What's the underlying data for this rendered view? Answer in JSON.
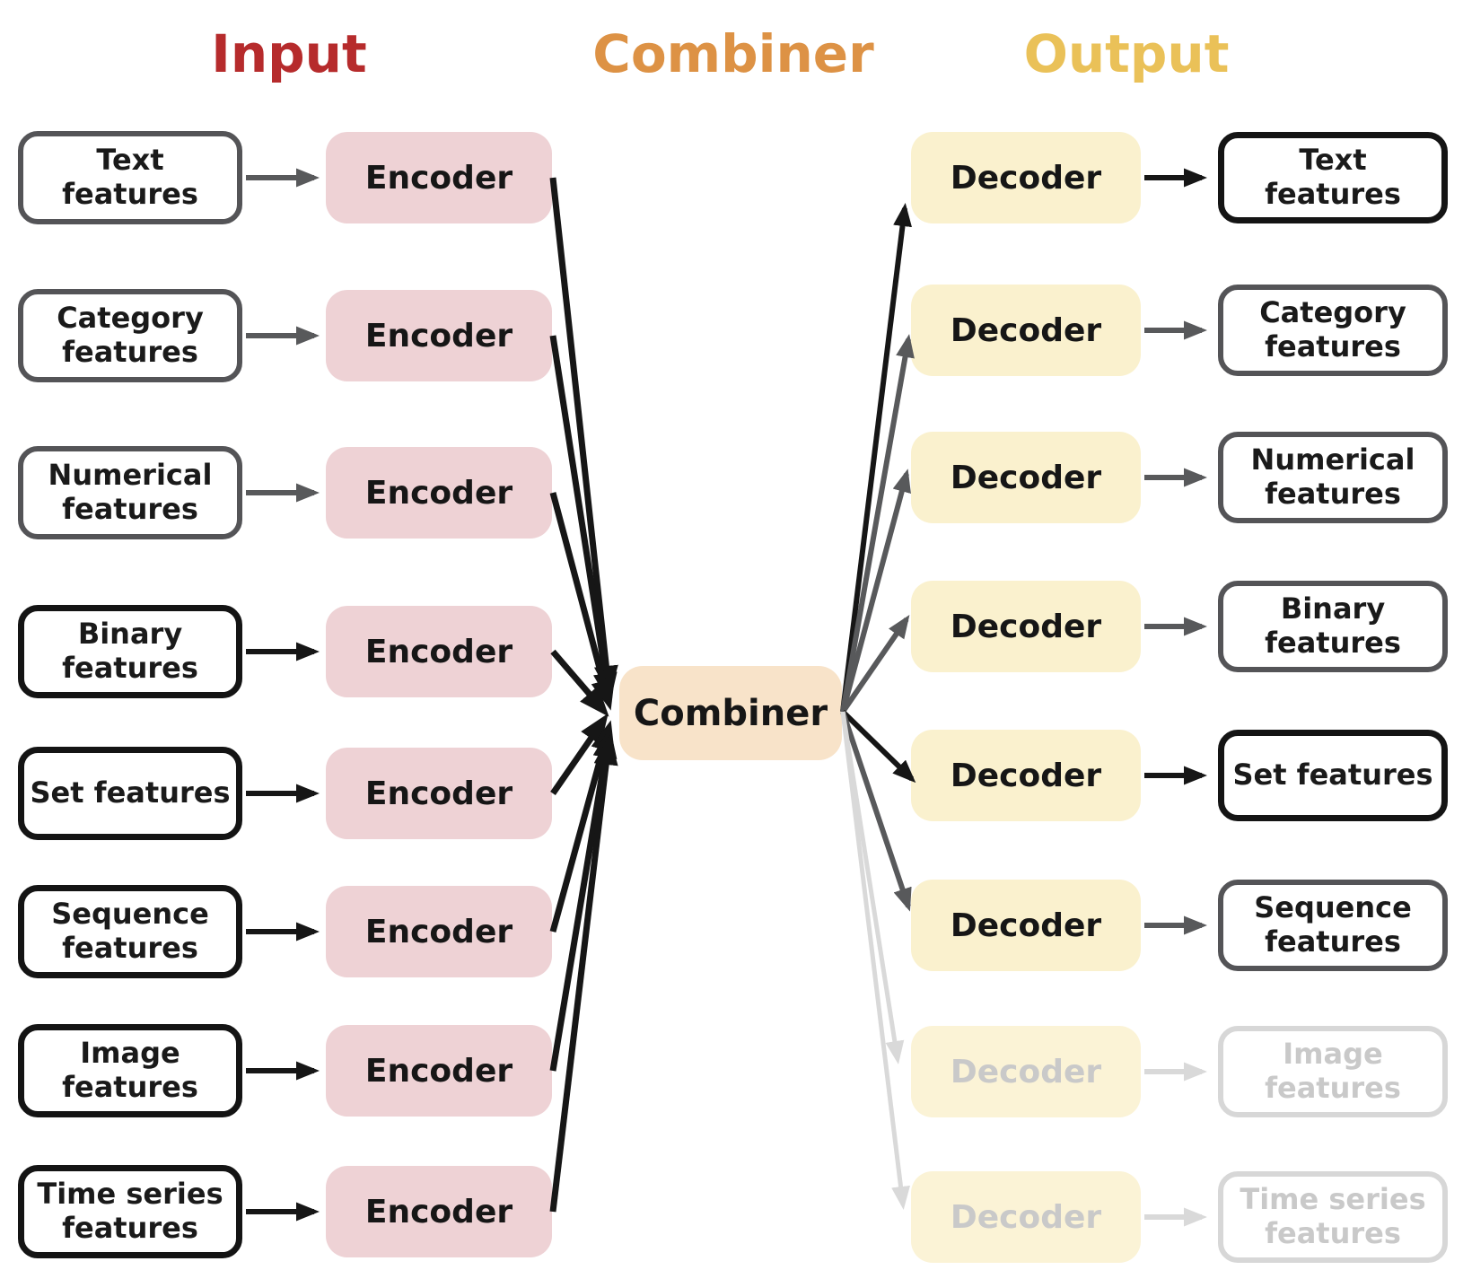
{
  "sections": {
    "input": {
      "title": "Input",
      "color": "#b62b2c"
    },
    "combiner": {
      "title": "Combiner",
      "color": "#dd9245"
    },
    "output": {
      "title": "Output",
      "color": "#eac158"
    }
  },
  "combiner_box": {
    "label": "Combiner",
    "fill": "#f8e3c9"
  },
  "rows": [
    {
      "feature": "Text features",
      "encoder": "Encoder",
      "decoder": "Decoder",
      "input_tone": "gray",
      "output_tone": "black"
    },
    {
      "feature": "Category features",
      "encoder": "Encoder",
      "decoder": "Decoder",
      "input_tone": "gray",
      "output_tone": "gray"
    },
    {
      "feature": "Numerical features",
      "encoder": "Encoder",
      "decoder": "Decoder",
      "input_tone": "gray",
      "output_tone": "gray"
    },
    {
      "feature": "Binary features",
      "encoder": "Encoder",
      "decoder": "Decoder",
      "input_tone": "black",
      "output_tone": "gray"
    },
    {
      "feature": "Set features",
      "encoder": "Encoder",
      "decoder": "Decoder",
      "input_tone": "black",
      "output_tone": "black"
    },
    {
      "feature": "Sequence features",
      "encoder": "Encoder",
      "decoder": "Decoder",
      "input_tone": "black",
      "output_tone": "gray"
    },
    {
      "feature": "Image features",
      "encoder": "Encoder",
      "decoder": "Decoder",
      "input_tone": "black",
      "output_tone": "faded"
    },
    {
      "feature": "Time series features",
      "encoder": "Encoder",
      "decoder": "Decoder",
      "input_tone": "black",
      "output_tone": "faded"
    }
  ],
  "palette": {
    "encoder_fill": "#eed2d5",
    "decoder_fill": "#faf1ce",
    "combiner_fill": "#f8e3c9",
    "arrow_black": "#161616",
    "arrow_gray": "#58595b",
    "arrow_faded": "#d9d9d9",
    "border_gray": "#545457",
    "border_black": "#141414",
    "faded_text": "#c9c9c9"
  }
}
